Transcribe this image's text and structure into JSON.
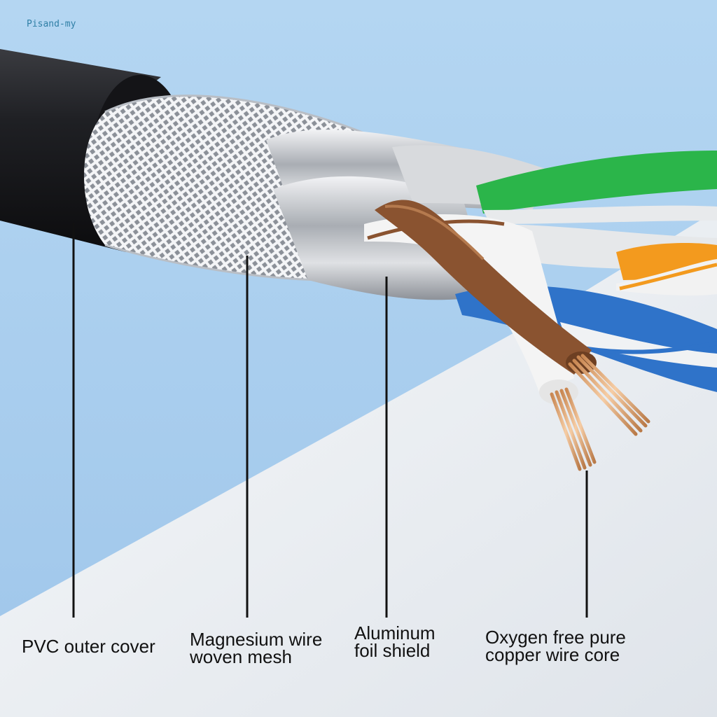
{
  "watermark": "Pisand-my",
  "labels": {
    "pvc": [
      "PVC outer cover"
    ],
    "mesh": [
      "Magnesium wire",
      "woven mesh"
    ],
    "foil": [
      "Aluminum",
      "foil shield"
    ],
    "core": [
      "Oxygen free pure",
      "copper wire core"
    ]
  },
  "colors": {
    "sky": "#b9d9f2",
    "floor": "#eef1f4",
    "jacket": "#1b1c20",
    "mesh": "#d9dde2",
    "foil": "#b9bcc2",
    "green": "#2bb54a",
    "orange": "#f39a1e",
    "blue": "#2f73c9",
    "brown": "#8a5330",
    "copper": "#e9b07f",
    "leader": "#111111"
  }
}
